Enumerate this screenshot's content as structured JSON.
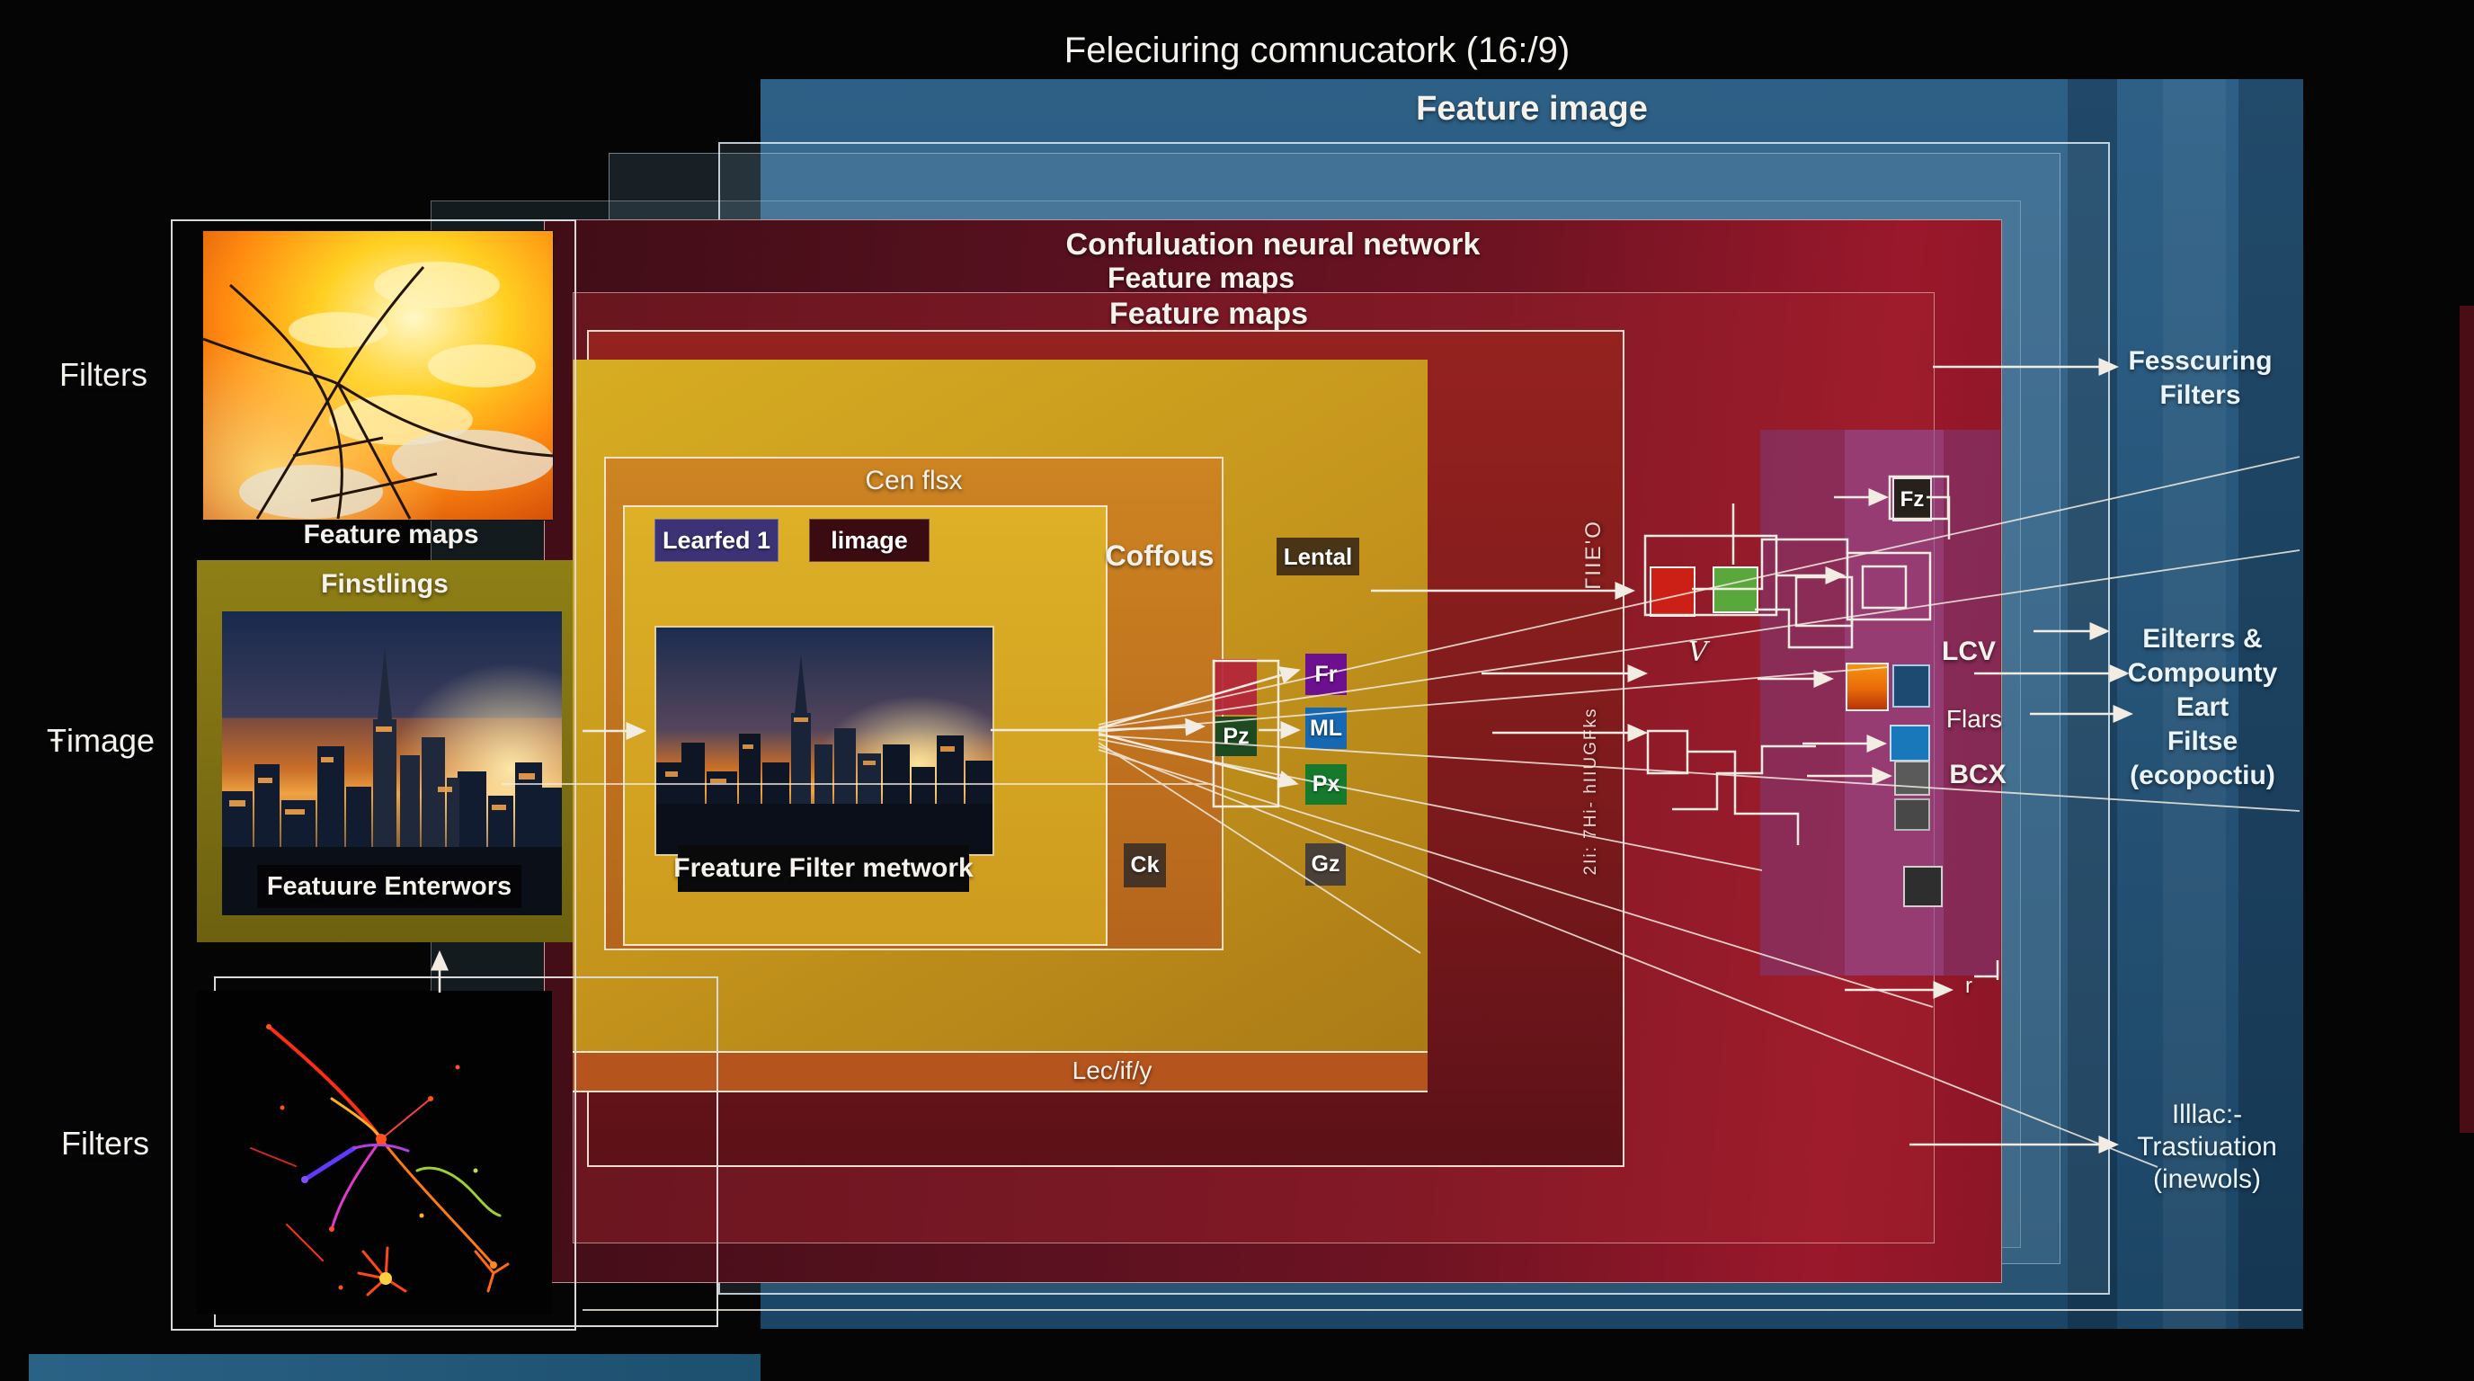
{
  "title": "Feleciuring comnucatork (16:/9)",
  "layers": {
    "feature_image": "Feature image",
    "conv_header": "Confuluation neural network",
    "feature_maps_1": "Feature maps",
    "feature_maps_2": "Feature maps",
    "cen_flsx": "Cen flsx",
    "coffous": "Coffous",
    "lec_band": "Lec/if/y"
  },
  "left": {
    "filters_top": "Filters",
    "image_label": "Ŧimage",
    "filters_bottom": "Filters",
    "fire_caption": "Feature maps",
    "finstlings": "Finstlings",
    "city1_caption": "Featuure Enterwors"
  },
  "center": {
    "learfed": "Learfed 1",
    "limage": "limage",
    "lental": "Lental",
    "city2_caption": "Freature Filter metwork"
  },
  "chips": {
    "fr": "Fr",
    "ml": "ML",
    "px": "Px",
    "pz": "Pz",
    "ck": "Ck",
    "gz": "Gz",
    "fz": "Fz"
  },
  "right_mid": {
    "lcv": "LCV",
    "flars": "Flars",
    "bcx": "BCX",
    "v": "V",
    "r": "r",
    "rot_top": "ΓIIE'O",
    "rot_bottom": "2Ii: 7Hi- hIIUGFks"
  },
  "right": {
    "fesscuring": [
      "Fesscuring",
      "Filters"
    ],
    "eilterrs": [
      "Eilterrs &",
      "Compounty",
      "Eart",
      "Filtse",
      "(ecopoctiu)"
    ],
    "illlac": [
      "Illlac:-",
      "Trastiuation",
      "(inewols)"
    ]
  },
  "colors": {
    "blue_main": "#2a5a7d",
    "maroon": "#5a1120",
    "red_inner": "#8c1f1f",
    "gold": "#d0a120",
    "orange": "#c07a1e",
    "olive": "#8a7c15",
    "lec_band": "#b5541d",
    "chip_fr": "#6d1090",
    "chip_ml": "#1668b2",
    "chip_px": "#167a2c",
    "chip_pz": "#1d4a20",
    "chip_ck": "#473425",
    "chip_gz": "#4a4038",
    "chip_learfed": "#3c3376",
    "chip_limage": "#3a0c12",
    "chip_lental": "#4a3417",
    "purple_panel": "#7a3e87"
  }
}
